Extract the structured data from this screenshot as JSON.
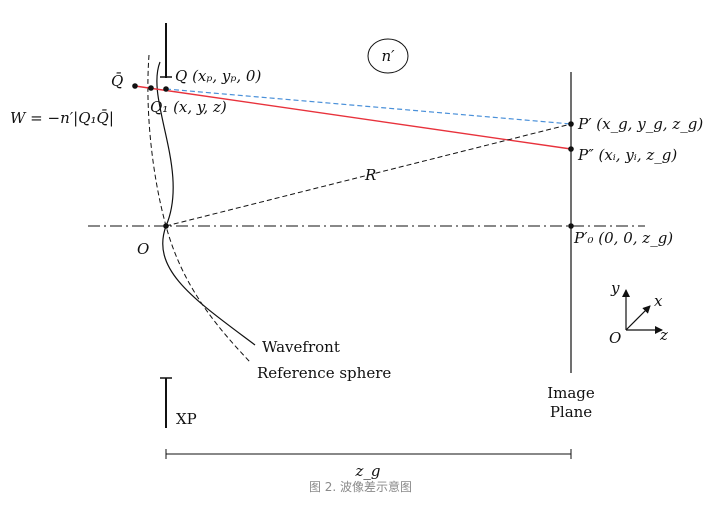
{
  "medium_label": "n′",
  "points": {
    "q_bar": "Q̄",
    "q": "Q (xₚ, yₚ, 0)",
    "q1": "Q₁ (x, y, z)",
    "origin": "O",
    "p_prime": "P′ (x_g, y_g, z_g)",
    "p_double_prime": "P″ (xᵢ, yᵢ, z_g)",
    "p0_prime": "P′₀ (0, 0, z_g)"
  },
  "equation": "W = −n′|Q₁Q̄|",
  "radius_label": "R",
  "labels": {
    "wavefront": "Wavefront",
    "reference_sphere": "Reference sphere",
    "exit_pupil": "XP",
    "image_plane_line1": "Image",
    "image_plane_line2": "Plane",
    "distance": "z_g"
  },
  "axes": {
    "x": "x",
    "y": "y",
    "z": "z",
    "origin": "O"
  },
  "colors": {
    "real_ray": "#e8323c",
    "ideal_ray": "#4a90d9",
    "ink": "#111111"
  },
  "caption": "图 2. 波像差示意图"
}
